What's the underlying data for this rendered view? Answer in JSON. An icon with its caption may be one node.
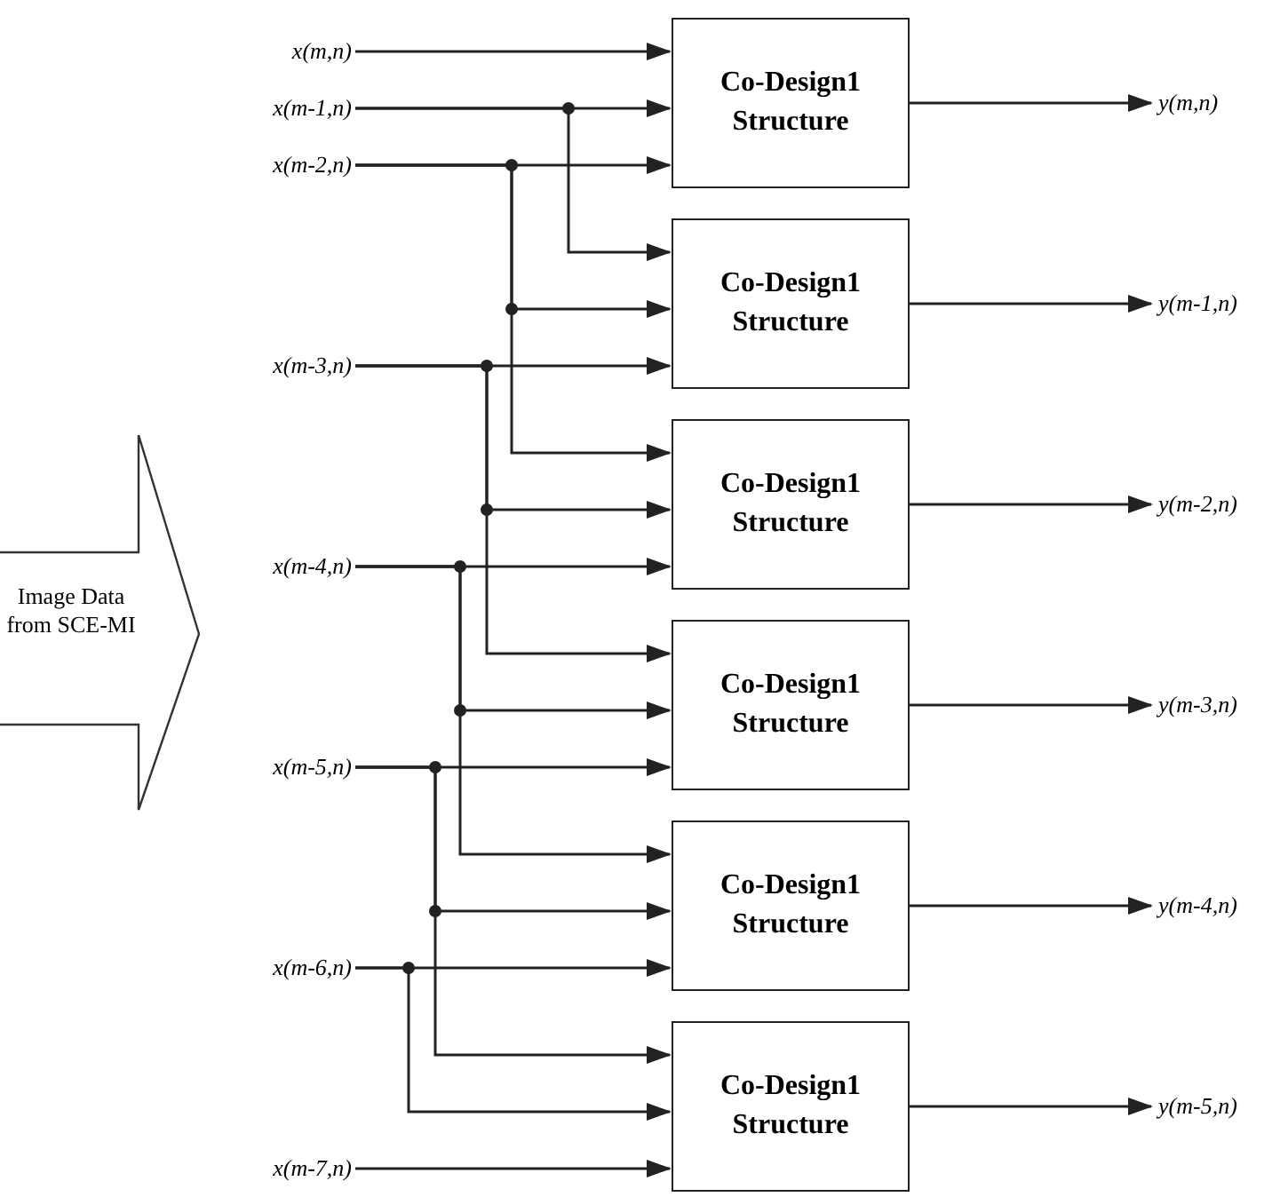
{
  "diagram": {
    "nodes": [
      {
        "text": [
          "Image Data from SCE-MI"
        ]
      },
      {
        "text": [
          "x(m,n)"
        ]
      },
      {
        "text": [
          "x(m-1,n)"
        ]
      },
      {
        "text": [
          "x(m-2,n)"
        ]
      },
      {
        "text": [
          "x(m-3,n)"
        ]
      },
      {
        "text": [
          "x(m-4,n)"
        ]
      },
      {
        "text": [
          "x(m-5,n)"
        ]
      },
      {
        "text": [
          "x(m-6,n)"
        ]
      },
      {
        "text": [
          "x(m-7,n)"
        ]
      },
      {
        "text": [
          "Co-Design1 Structure"
        ]
      },
      {
        "text": [
          "Co-Design1 Structure"
        ]
      },
      {
        "text": [
          "Co-Design1 Structure"
        ]
      },
      {
        "text": [
          "Co-Design1 Structure"
        ]
      },
      {
        "text": [
          "Co-Design1 Structure"
        ]
      },
      {
        "text": [
          "Co-Design1 Structure"
        ]
      },
      {
        "text": [
          "y(m,n)"
        ]
      },
      {
        "text": [
          "y(m-1,n)"
        ]
      },
      {
        "text": [
          "y(m-2,n)"
        ]
      },
      {
        "text": [
          "y(m-3,n)"
        ]
      },
      {
        "text": [
          "y(m-4,n)"
        ]
      },
      {
        "text": [
          "y(m-5,n)"
        ]
      }
    ],
    "edges": [
      {
        "from": 1,
        "to": 9,
        "arrow": "to"
      },
      {
        "from": 2,
        "to": 9,
        "arrow": "to"
      },
      {
        "from": 2,
        "to": 10,
        "arrow": "to"
      },
      {
        "from": 3,
        "to": 9,
        "arrow": "to"
      },
      {
        "from": 3,
        "to": 10,
        "arrow": "to"
      },
      {
        "from": 3,
        "to": 11,
        "arrow": "to"
      },
      {
        "from": 4,
        "to": 10,
        "arrow": "to"
      },
      {
        "from": 4,
        "to": 11,
        "arrow": "to"
      },
      {
        "from": 4,
        "to": 12,
        "arrow": "to"
      },
      {
        "from": 5,
        "to": 11,
        "arrow": "to"
      },
      {
        "from": 5,
        "to": 12,
        "arrow": "to"
      },
      {
        "from": 5,
        "to": 13,
        "arrow": "to"
      },
      {
        "from": 6,
        "to": 12,
        "arrow": "to"
      },
      {
        "from": 6,
        "to": 13,
        "arrow": "to"
      },
      {
        "from": 6,
        "to": 14,
        "arrow": "to"
      },
      {
        "from": 7,
        "to": 13,
        "arrow": "to"
      },
      {
        "from": 7,
        "to": 14,
        "arrow": "to"
      },
      {
        "from": 8,
        "to": 14,
        "arrow": "to"
      },
      {
        "from": 9,
        "to": 15,
        "arrow": "to"
      },
      {
        "from": 10,
        "to": 16,
        "arrow": "to"
      },
      {
        "from": 11,
        "to": 17,
        "arrow": "to"
      },
      {
        "from": 12,
        "to": 18,
        "arrow": "to"
      },
      {
        "from": 13,
        "to": 19,
        "arrow": "to"
      },
      {
        "from": 14,
        "to": 20,
        "arrow": "to"
      }
    ]
  }
}
